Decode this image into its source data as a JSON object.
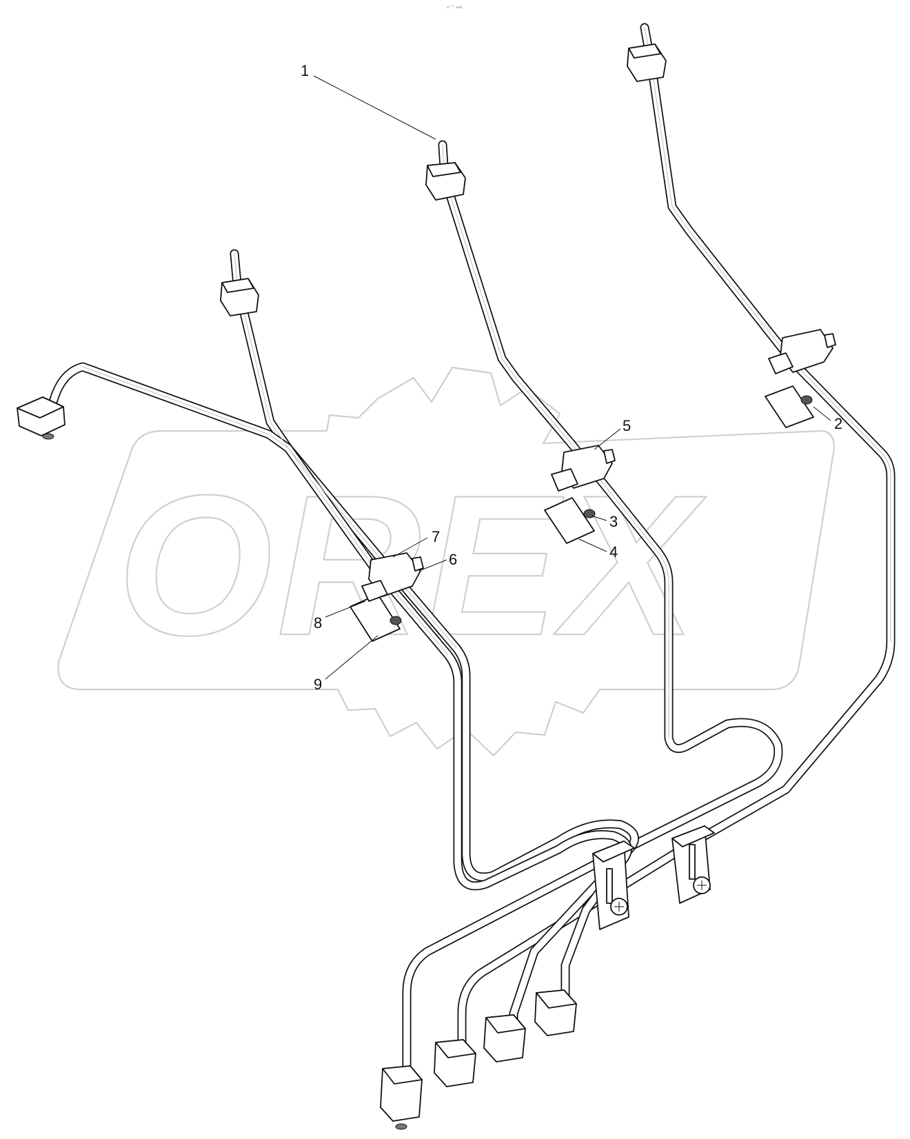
{
  "header_mark": "a^^ aaa",
  "watermark": {
    "text": "OREX"
  },
  "callouts": [
    {
      "id": "c1",
      "label": "1"
    },
    {
      "id": "c2",
      "label": "2"
    },
    {
      "id": "c3",
      "label": "3"
    },
    {
      "id": "c4",
      "label": "4"
    },
    {
      "id": "c5",
      "label": "5"
    },
    {
      "id": "c6",
      "label": "6"
    },
    {
      "id": "c7",
      "label": "7"
    },
    {
      "id": "c8",
      "label": "8"
    },
    {
      "id": "c9",
      "label": "9"
    }
  ]
}
